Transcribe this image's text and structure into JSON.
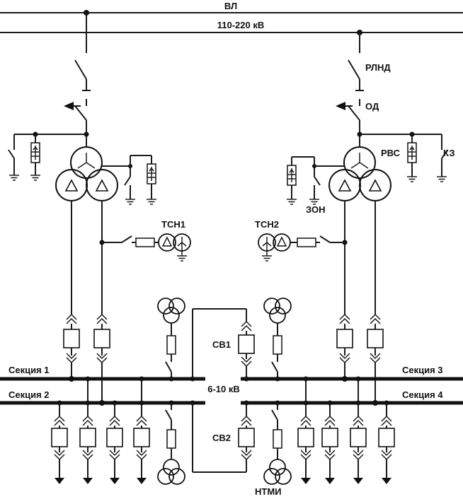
{
  "labels": {
    "vl": "ВЛ",
    "voltage_hv": "110-220 кВ",
    "rlnd": "РЛНД",
    "od": "ОД",
    "rvs": "РВС",
    "kz": "КЗ",
    "zon": "ЗОН",
    "tsn1": "ТСН1",
    "tsn2": "ТСН2",
    "sv1": "СВ1",
    "sv2": "СВ2",
    "section1": "Секция 1",
    "section2": "Секция 2",
    "section3": "Секция 3",
    "section4": "Секция 4",
    "voltage_mv": "6-10 кВ",
    "ntmi": "НТМИ"
  }
}
